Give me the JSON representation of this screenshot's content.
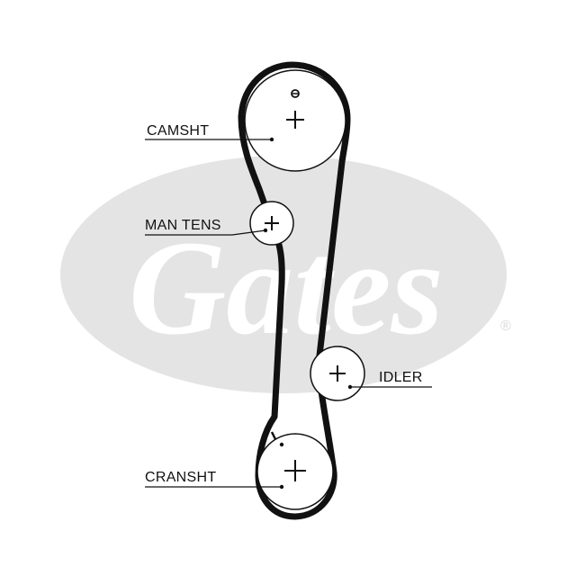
{
  "brand": {
    "logo_text": "Gates",
    "registered_mark": "®",
    "logo_color": "#e4e4e4"
  },
  "diagram": {
    "labels": {
      "camshaft": "CAMSHT",
      "tensioner": "MAN TENS",
      "idler": "IDLER",
      "crankshaft": "CRANSHT"
    },
    "belt_color": "#111111"
  }
}
